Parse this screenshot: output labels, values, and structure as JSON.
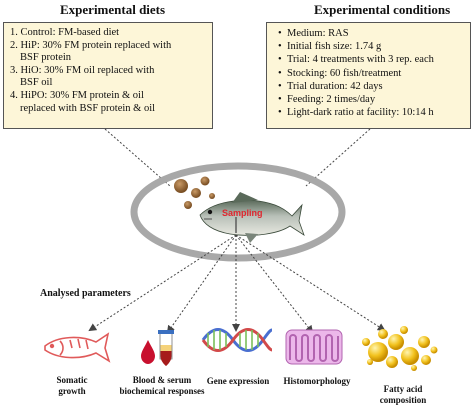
{
  "diets": {
    "title": "Experimental diets",
    "items": [
      "1. Control: FM-based diet",
      "2. HiP: 30% FM protein replaced with",
      "    BSF protein",
      "3. HiO: 30% FM oil replaced with",
      "    BSF oil",
      "4. HiPO: 30% FM protein & oil",
      "    replaced with BSF protein & oil"
    ]
  },
  "conditions": {
    "title": "Experimental conditions",
    "items": [
      "Medium: RAS",
      "Initial fish size: 1.74 g",
      "Trial: 4 treatments with 3 rep. each",
      "Stocking: 60 fish/treatment",
      "Trial duration: 42 days",
      "Feeding: 2 times/day",
      "Light-dark ratio at facility: 10:14 h"
    ]
  },
  "center": {
    "sampling_label": "Sampling"
  },
  "analysed": {
    "title": "Analysed parameters",
    "items": [
      {
        "line1": "Somatic",
        "line2": "growth",
        "icon": "fish-outline-icon"
      },
      {
        "line1": "Blood & serum",
        "line2": "biochemical responses",
        "icon": "blood-tube-icon"
      },
      {
        "line1": "Gene expression",
        "line2": "",
        "icon": "dna-icon"
      },
      {
        "line1": "Histomorphology",
        "line2": "",
        "icon": "intestine-icon"
      },
      {
        "line1": "Fatty acid",
        "line2": "composition",
        "icon": "oil-droplets-icon"
      }
    ]
  },
  "colors": {
    "box_fill": "#fdf6d8",
    "ellipse": "#a8a8a8",
    "fish_red": "#e05a5a",
    "dna_blue": "#4a6fd0",
    "histo_pink": "#d98ad6",
    "fat_yellow": "#f2c21e"
  }
}
